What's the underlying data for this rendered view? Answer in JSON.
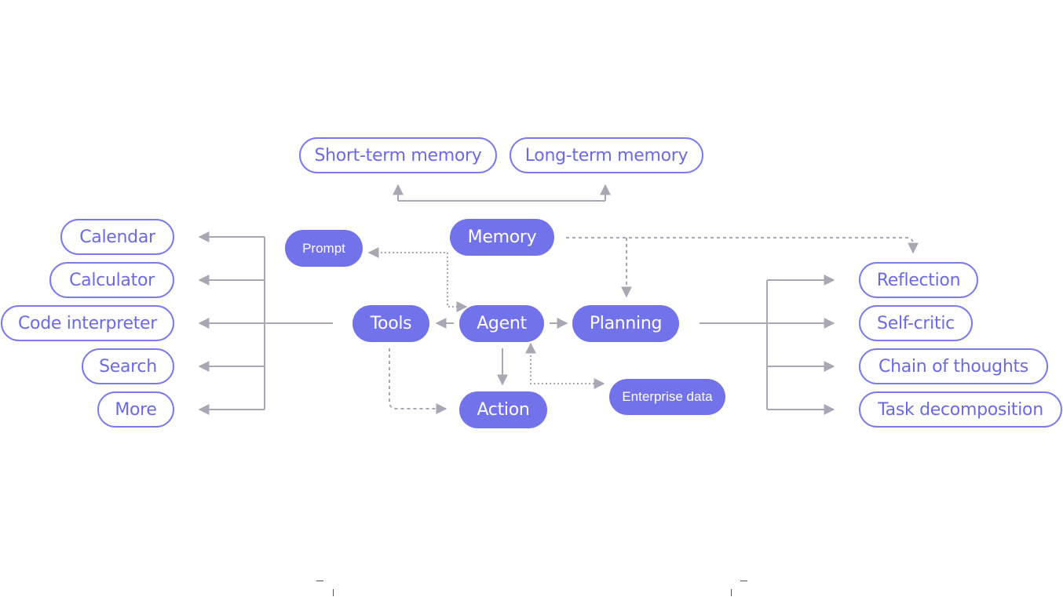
{
  "colors": {
    "accent": "#7272ea",
    "outline": "#7a7aec",
    "connector": "#a8a8b4"
  },
  "memory_types": {
    "short_term": "Short-term memory",
    "long_term": "Long-term memory"
  },
  "core": {
    "memory": "Memory",
    "prompt": "Prompt",
    "tools": "Tools",
    "agent": "Agent",
    "planning": "Planning",
    "action": "Action",
    "enterprise_data": "Enterprise data"
  },
  "tools": [
    "Calendar",
    "Calculator",
    "Code interpreter",
    "Search",
    "More"
  ],
  "planning": [
    "Reflection",
    "Self-critic",
    "Chain of thoughts",
    "Task decomposition"
  ]
}
